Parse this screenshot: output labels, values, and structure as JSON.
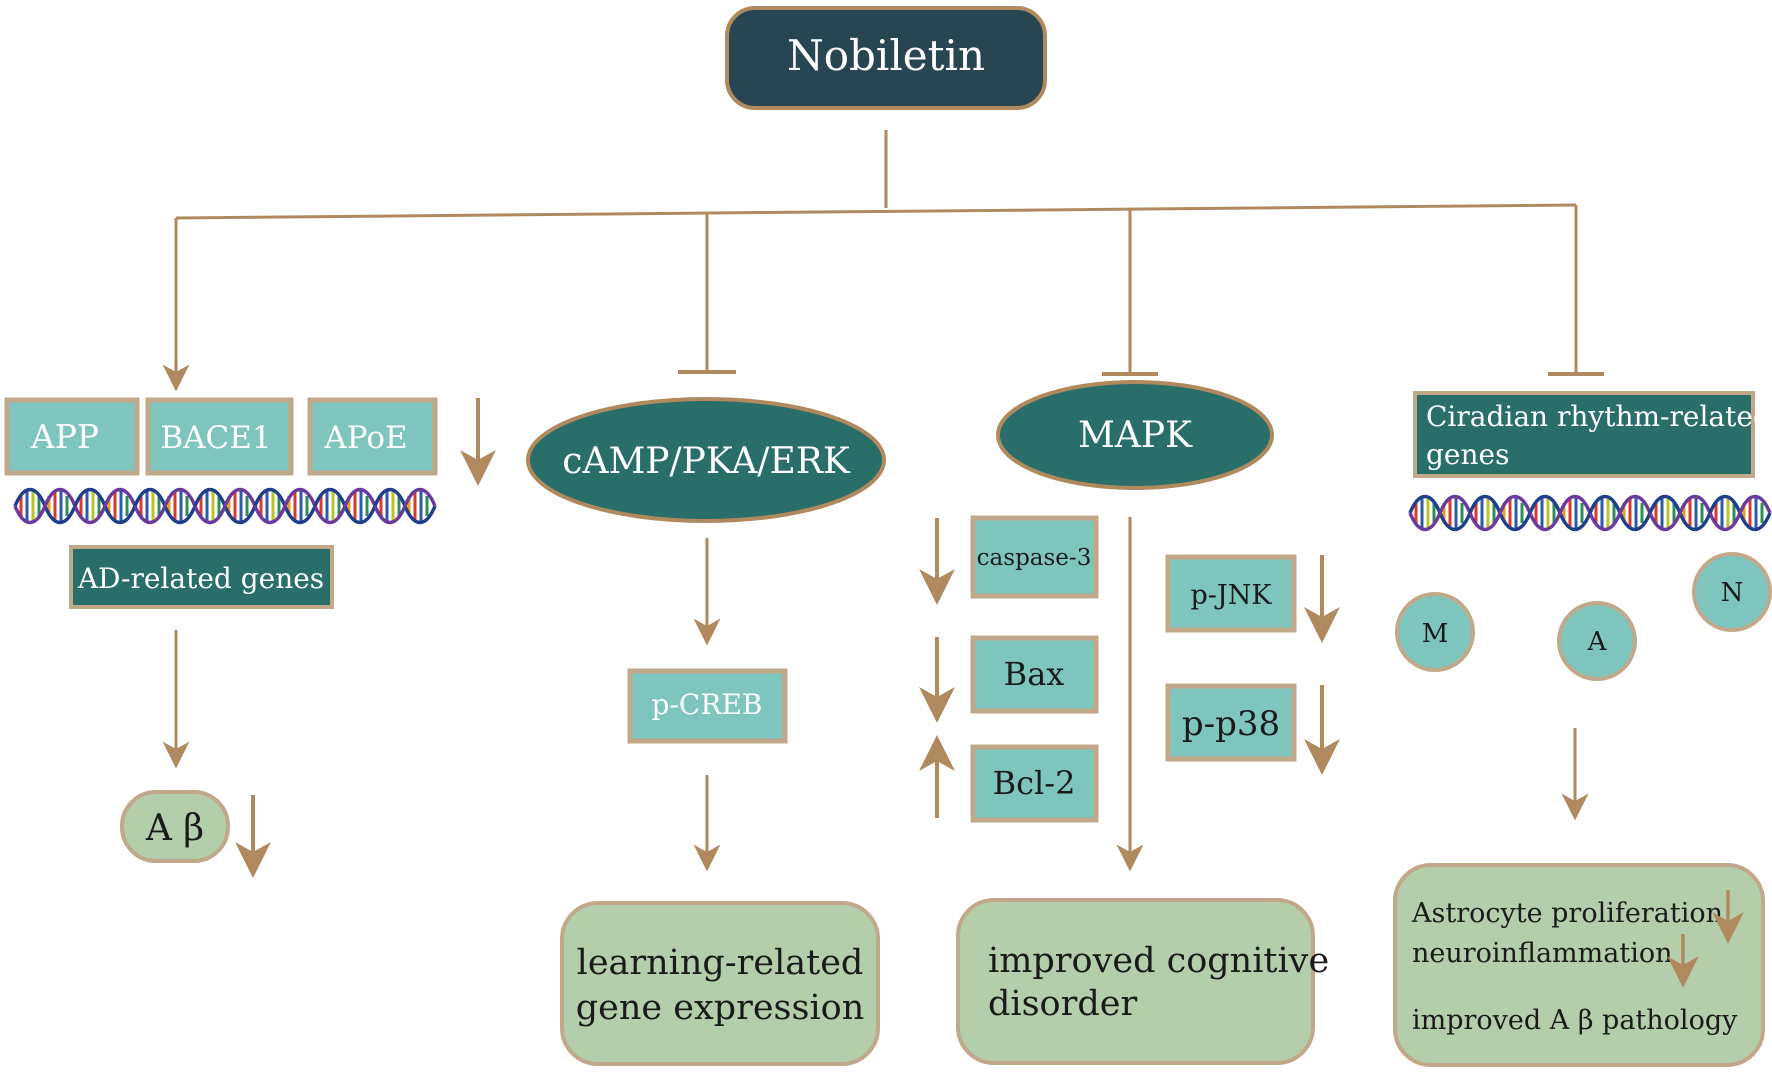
{
  "title": "Nobiletin",
  "branch1": {
    "genes": [
      "APP",
      "BACE1",
      "APoE"
    ],
    "dna_icon": "dna-helix-icon",
    "label": "AD-related genes",
    "outcome": "A β"
  },
  "branch2": {
    "pathway": "cAMP/PKA/ERK",
    "mediator": "p-CREB",
    "outcome": [
      "learning-related",
      "gene expression"
    ]
  },
  "branch3": {
    "pathway": "MAPK",
    "markers": {
      "caspase3": "caspase-3",
      "bax": "Bax",
      "bcl2": "Bcl-2",
      "pjnk": "p-JNK",
      "pp38": "p-p38"
    },
    "outcome": [
      "improved cognitive",
      "disorder"
    ]
  },
  "branch4": {
    "label": [
      "Ciradian rhythm-related",
      "genes"
    ],
    "dna_icon": "dna-helix-icon",
    "cells": {
      "m": "M",
      "a": "A",
      "n": "N"
    },
    "outcome": [
      "Astrocyte proliferation",
      "neuroinflammation",
      "improved A β pathology"
    ]
  },
  "colors": {
    "dark_teal": "#274651",
    "teal": "#2a6e6a",
    "light_teal": "#7ec5bd",
    "tan": "#b08a5e",
    "border_tan": "#c2a88b",
    "sage": "#b4cdab"
  }
}
